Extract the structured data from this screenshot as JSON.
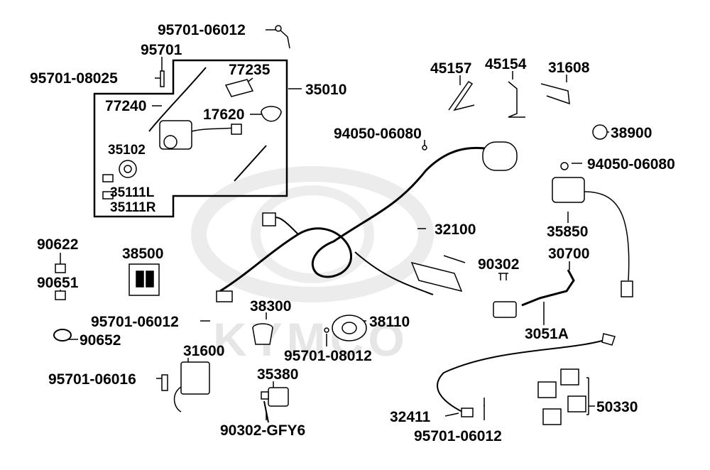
{
  "diagram": {
    "watermark_text": "KYMCO",
    "ink_color": "#000000",
    "watermark_color": "#e6e6e6",
    "part_labels": {
      "p95701_06012_top": "95701-06012",
      "p95701": "95701",
      "p95701_08025": "95701-08025",
      "p77235": "77235",
      "p35010": "35010",
      "p77240": "77240",
      "p17620": "17620",
      "p35102": "35102",
      "p35111L": "35111L",
      "p35111R": "35111R",
      "p45157": "45157",
      "p45154": "45154",
      "p31608": "31608",
      "p94050_06080_a": "94050-06080",
      "p38900": "38900",
      "p94050_06080_b": "94050-06080",
      "p32100": "32100",
      "p35850": "35850",
      "p90622": "90622",
      "p38500": "38500",
      "p90651": "90651",
      "p90302": "90302",
      "p30700": "30700",
      "p95701_06012_mid": "95701-06012",
      "p38300": "38300",
      "p38110": "38110",
      "p3051A": "3051A",
      "p90652": "90652",
      "p31600": "31600",
      "p95701_08012": "95701-08012",
      "p95701_06016": "95701-06016",
      "p35380": "35380",
      "p32411": "32411",
      "p50330": "50330",
      "p90302_GFY6": "90302-GFY6",
      "p95701_06012_bot": "95701-06012"
    }
  }
}
